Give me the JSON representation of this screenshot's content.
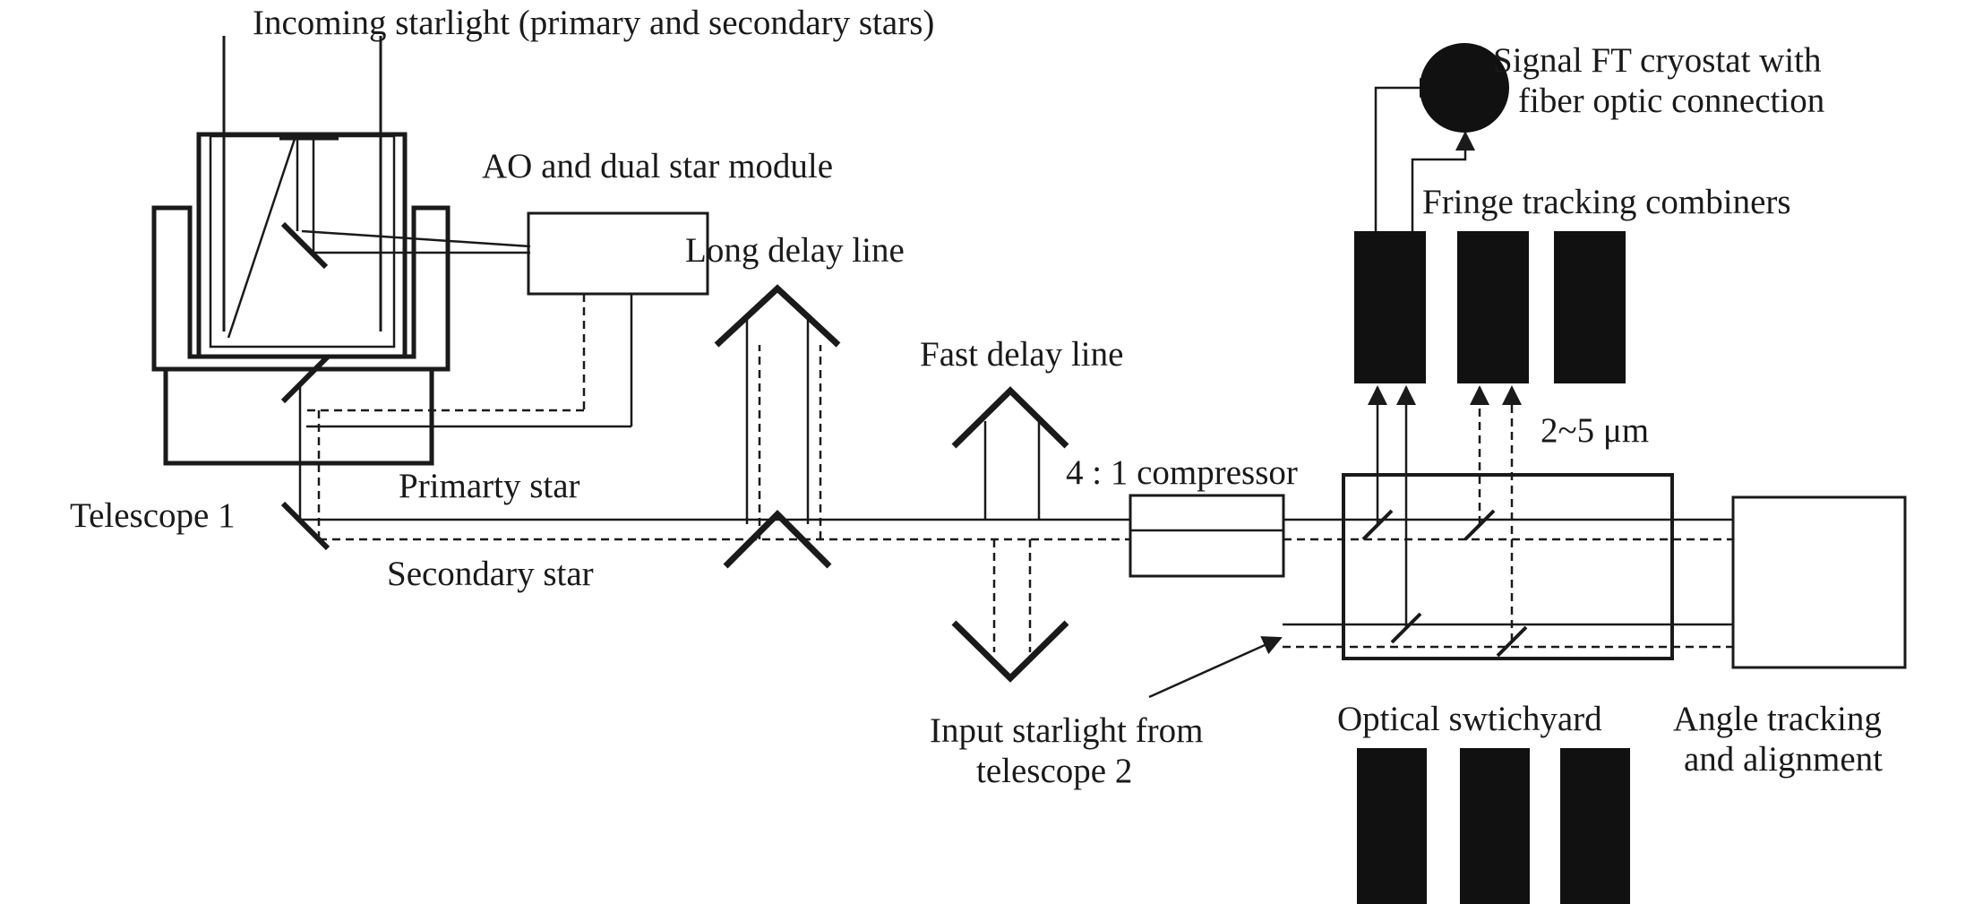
{
  "labels": {
    "incoming": "Incoming starlight (primary and secondary stars)",
    "signal_ft_1": "Signal FT cryostat with",
    "signal_ft_2": "fiber optic connection",
    "ao_module": "AO and dual star module",
    "fringe_combiners": "Fringe tracking combiners",
    "long_delay": "Long delay line",
    "fast_delay": "Fast delay line",
    "wavelength": "2~5 μm",
    "compressor": "4 : 1 compressor",
    "telescope1": "Telescope 1",
    "primary_star": "Primarty star",
    "secondary_star": "Secondary star",
    "input_1": "Input starlight from",
    "input_2": "telescope 2",
    "switchyard": "Optical swtichyard",
    "angle_1": "Angle tracking",
    "angle_2": "and alignment"
  },
  "colors": {
    "line": "#1a1a1a",
    "block": "#111111",
    "background": "#ffffff"
  }
}
